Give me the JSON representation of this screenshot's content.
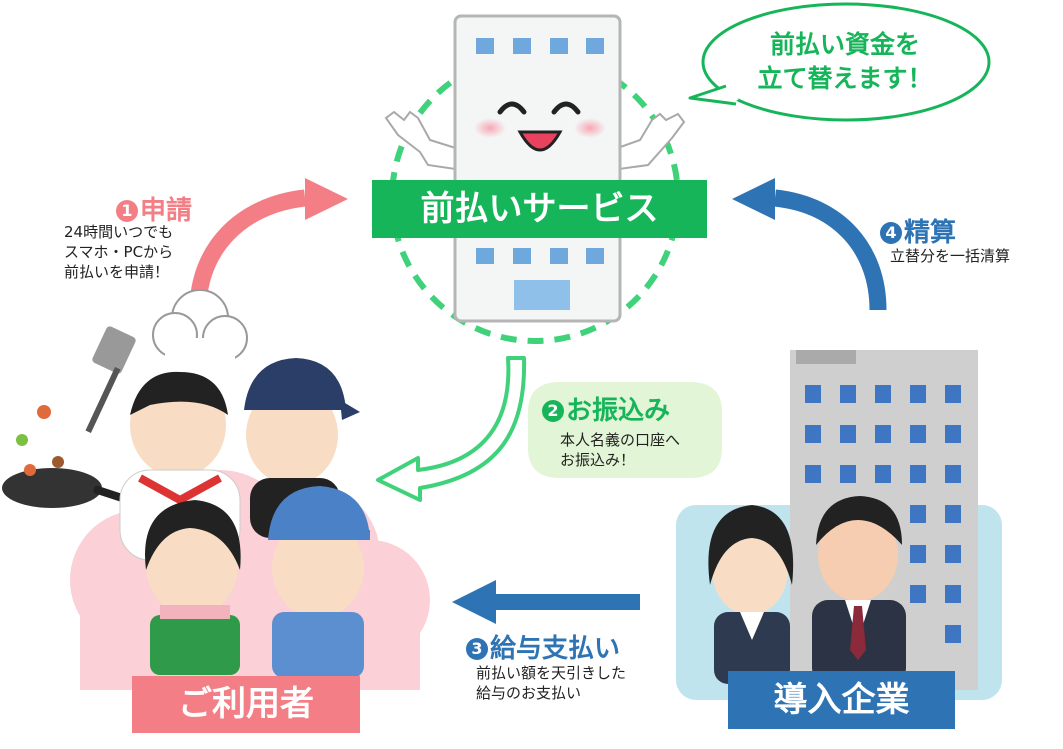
{
  "colors": {
    "green": "#17b55a",
    "pink": "#f37e86",
    "blue": "#2e74b5",
    "lightpink": "#fbd0d6",
    "lightblue": "#bfe4ee",
    "lightgreen": "#e2f5d6"
  },
  "center": {
    "label": "前払いサービス",
    "speech": "前払い資金を\n立て替えます！"
  },
  "nodes": {
    "users": "ご利用者",
    "company": "導入企業"
  },
  "steps": {
    "s1": {
      "num": "1",
      "title": "申請",
      "desc": "24時間いつでも\nスマホ・PCから\n前払いを申請！"
    },
    "s2": {
      "num": "2",
      "title": "お振込み",
      "desc": "本人名義の口座へ\nお振込み！"
    },
    "s3": {
      "num": "3",
      "title": "給与支払い",
      "desc": "前払い額を天引きした\n給与のお支払い"
    },
    "s4": {
      "num": "4",
      "title": "精算",
      "desc": "立替分を一括清算"
    }
  }
}
